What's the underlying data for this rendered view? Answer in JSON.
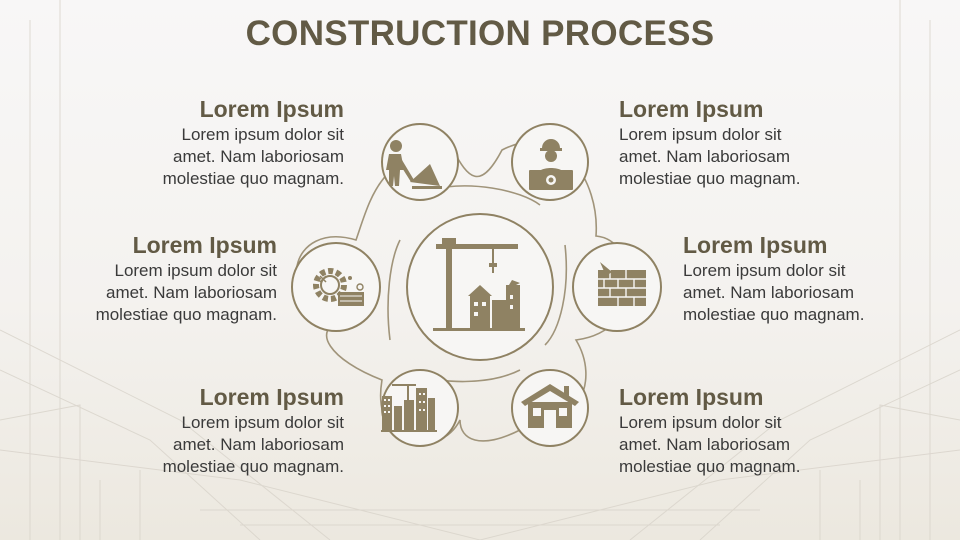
{
  "title": "CONSTRUCTION PROCESS",
  "colors": {
    "accent": "#8f8263",
    "heading": "#625a45",
    "text": "#3a3a3a",
    "background": "#f6f5f3"
  },
  "center": {
    "icon": "tower-crane-city-icon"
  },
  "steps": [
    {
      "heading": "Lorem Ipsum",
      "body": [
        "Lorem ipsum dolor sit",
        "amet. Nam laboriosam",
        "molestiae quo magnam."
      ],
      "icon": "worker-shovel-icon"
    },
    {
      "heading": "Lorem Ipsum",
      "body": [
        "Lorem ipsum dolor sit",
        "amet. Nam laboriosam",
        "molestiae quo magnam."
      ],
      "icon": "engineer-blueprint-icon"
    },
    {
      "heading": "Lorem Ipsum",
      "body": [
        "Lorem ipsum dolor sit",
        "amet. Nam laboriosam",
        "molestiae quo magnam."
      ],
      "icon": "gear-planning-icon"
    },
    {
      "heading": "Lorem Ipsum",
      "body": [
        "Lorem ipsum dolor sit",
        "amet. Nam laboriosam",
        "molestiae quo magnam."
      ],
      "icon": "brick-wall-trowel-icon"
    },
    {
      "heading": "Lorem Ipsum",
      "body": [
        "Lorem ipsum dolor sit",
        "amet. Nam laboriosam",
        "molestiae quo magnam."
      ],
      "icon": "buildings-crane-icon"
    },
    {
      "heading": "Lorem Ipsum",
      "body": [
        "Lorem ipsum dolor sit",
        "amet. Nam laboriosam",
        "molestiae quo magnam."
      ],
      "icon": "house-icon"
    }
  ]
}
